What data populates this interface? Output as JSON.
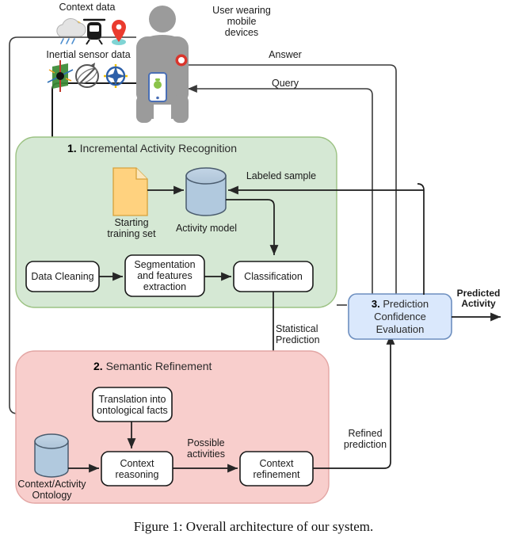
{
  "figure": {
    "caption": "Figure 1: Overall architecture of our system.",
    "domain_title": "Overall architecture of our system"
  },
  "colors": {
    "group1_fill": "#d5e8d4",
    "group1_stroke": "#82b366",
    "group2_fill": "#f8cecc",
    "group2_stroke": "#b85450",
    "group3_fill": "#dae8fc",
    "group3_stroke": "#6c8ebf",
    "cylinder_fill": "#b1c9de",
    "cylinder_stroke": "#4a5c6e",
    "document_fill": "#ffd27f",
    "document_stroke": "#d6a13a",
    "person_fill": "#9b9b9b",
    "line": "#262626",
    "box_fill": "#ffffff",
    "box_stroke": "#1a1a1a"
  },
  "top": {
    "context_data_label": "Context data",
    "inertial_label": "Inertial sensor data",
    "user_label": "User wearing\nmobile\ndevices",
    "context_icons": [
      "weather-icon",
      "train-icon",
      "location-pin-icon"
    ],
    "inertial_icons": [
      "accelerometer-icon",
      "gyroscope-icon",
      "magnetometer-icon"
    ],
    "wearables": [
      "smartwatch-icon",
      "smartphone-icon"
    ]
  },
  "flows": {
    "answer": "Answer",
    "query": "Query",
    "labeled_sample": "Labeled sample",
    "statistical_prediction": "Statistical\nPrediction",
    "possible_activities": "Possible\nactivities",
    "refined_prediction": "Refined\nprediction",
    "predicted_activity": "Predicted\nActivity"
  },
  "group1": {
    "number": "1.",
    "title": "Incremental Activity Recognition",
    "document_label": "Starting\ntraining set",
    "cylinder_label": "Activity model",
    "boxes": [
      {
        "id": "data-cleaning",
        "label": "Data Cleaning"
      },
      {
        "id": "segmentation-features-extraction",
        "label": "Segmentation\nand features\nextraction"
      },
      {
        "id": "classification",
        "label": "Classification"
      }
    ]
  },
  "group2": {
    "number": "2.",
    "title": "Semantic Refinement",
    "cylinder_label": "Context/Activity\nOntology",
    "boxes": [
      {
        "id": "translation-ontological-facts",
        "label": "Translation into\nontological facts"
      },
      {
        "id": "context-reasoning",
        "label": "Context\nreasoning"
      },
      {
        "id": "context-refinement",
        "label": "Context\nrefinement"
      }
    ]
  },
  "group3": {
    "number": "3.",
    "title_lines": "Prediction\nConfidence\nEvaluation",
    "line1": "Prediction",
    "line2": "Confidence",
    "line3": "Evaluation"
  }
}
